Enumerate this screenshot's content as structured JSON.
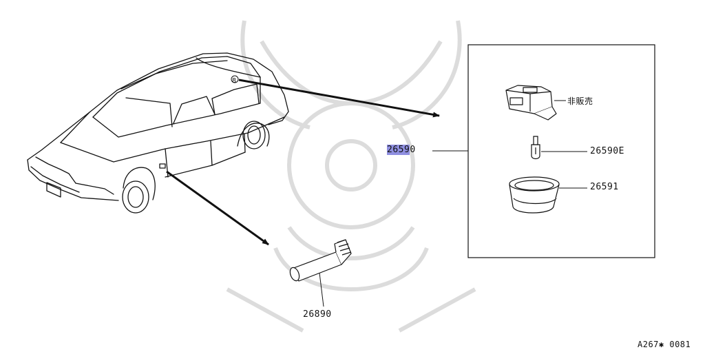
{
  "diagram": {
    "parts": {
      "main": {
        "number_highlight": "2659",
        "number_rest": "0"
      },
      "socket": {
        "number": "26590E"
      },
      "ring": {
        "number": "26591"
      },
      "bulb": {
        "number": "26890"
      },
      "bracket": {
        "label": "非販売"
      }
    },
    "ref_code": "A267✱ 0081",
    "marker_text": "8",
    "colors": {
      "highlight": "#8f8fe0",
      "line": "#111111",
      "watermark": "#dcdcdc"
    }
  }
}
